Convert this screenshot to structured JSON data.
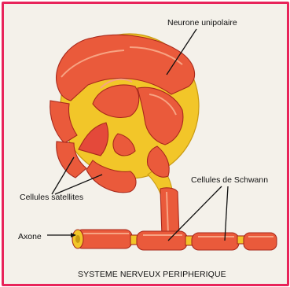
{
  "colors": {
    "frame_border": "#e8245a",
    "background": "#f4f1ea",
    "cell_red": "#ea5a3b",
    "cell_light": "#f7a383",
    "myelin_yellow": "#f2c629",
    "outline": "#a8291c"
  },
  "labels": {
    "neurone": "Neurone unipolaire",
    "satellites": "Cellules satellites",
    "schwann": "Cellules de Schwann",
    "axone": "Axone"
  },
  "caption": "SYSTEME NERVEUX PERIPHERIQUE"
}
